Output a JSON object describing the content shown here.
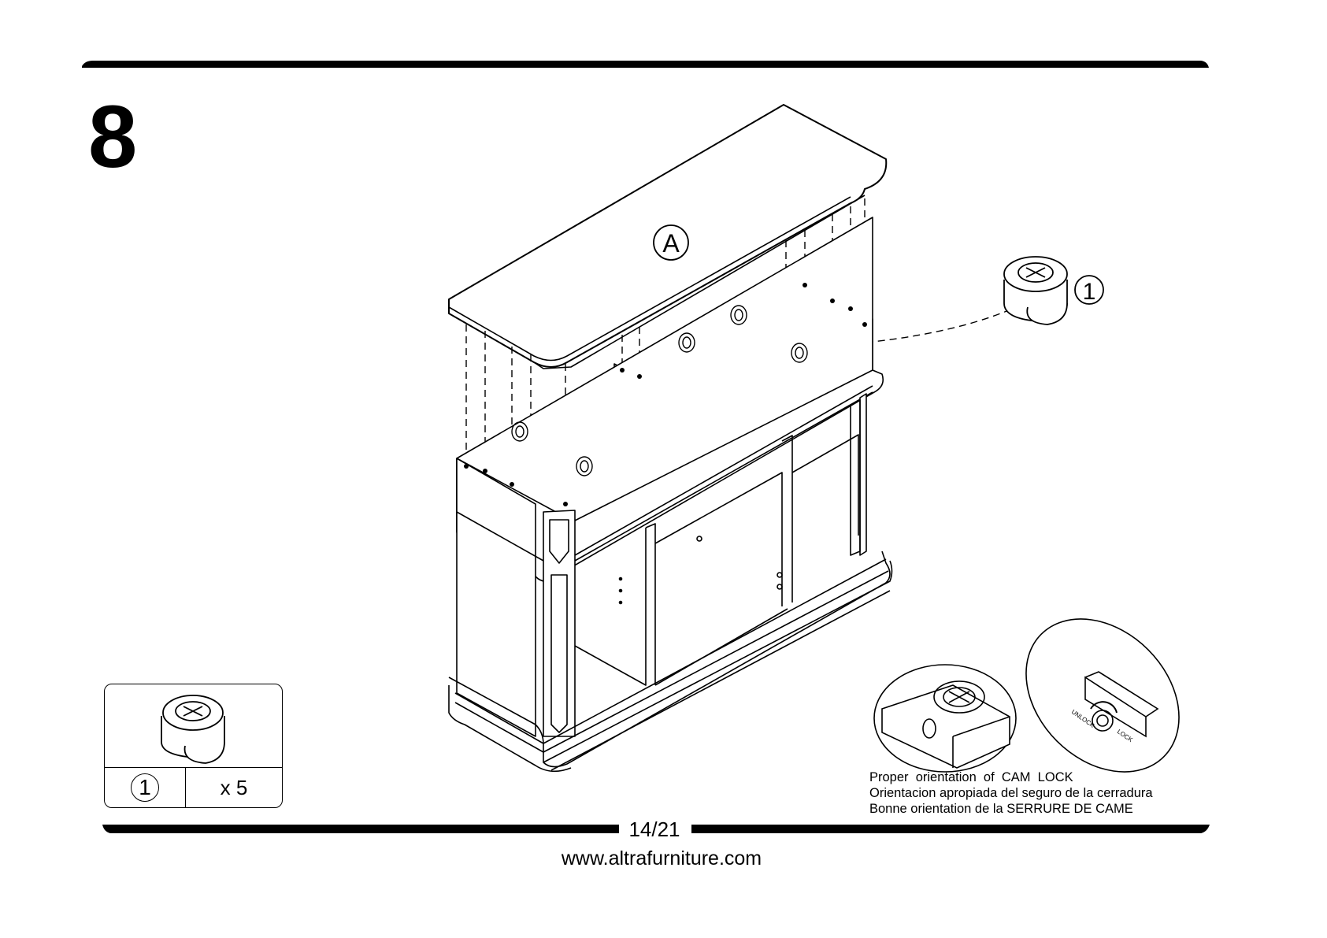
{
  "step": {
    "number": "8"
  },
  "panel_label": "A",
  "callout_part_id": "1",
  "parts_box": {
    "part_id": "1",
    "quantity": "x 5"
  },
  "cam_lock_detail": {
    "unlock_label": "UNLOCK",
    "lock_label": "LOCK",
    "caption_en": "Proper  orientation  of  CAM  LOCK",
    "caption_es": "Orientacion apropiada del seguro de la cerradura",
    "caption_fr": "Bonne orientation de la SERRURE DE CAME"
  },
  "footer": {
    "page": "14/21",
    "website": "www.altrafurniture.com"
  }
}
